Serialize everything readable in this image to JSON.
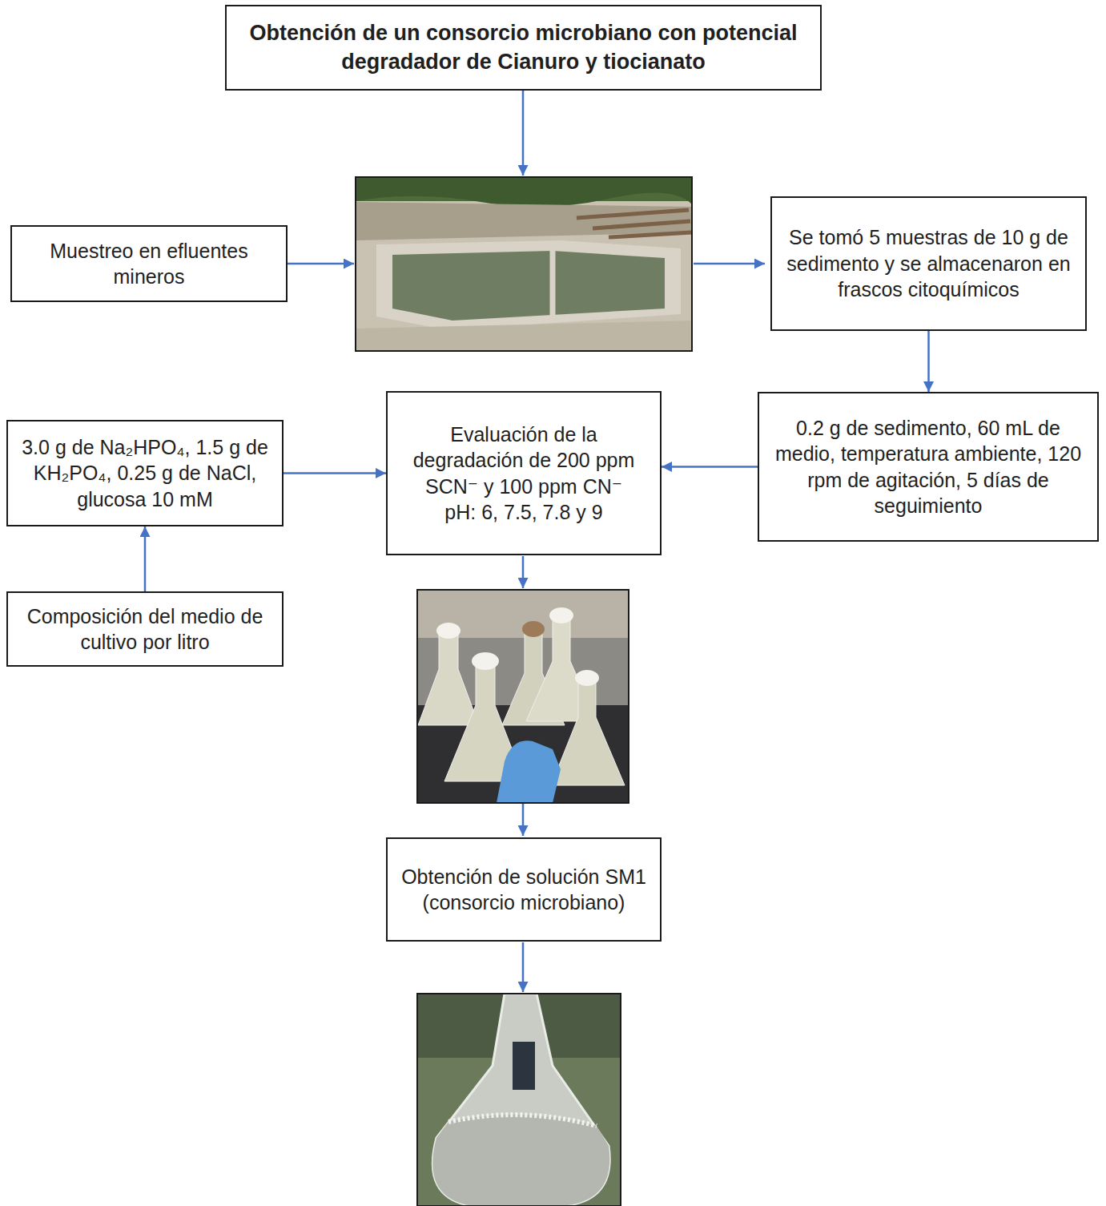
{
  "diagram": {
    "nodes": [
      {
        "text": [
          "Obtención de un consorcio microbiano con potencial degradador de Cianuro y tiocianato"
        ]
      },
      {
        "text": [
          "Muestreo en efluentes mineros"
        ]
      },
      {
        "text": [
          "Se tomó 5 muestras de 10 g de sedimento y se almacenaron en frascos citoquímicos"
        ]
      },
      {
        "text": [
          "3.0 g de Na₂HPO₄, 1.5 g de KH₂PO₄, 0.25 g de NaCl, glucosa 10 mM"
        ]
      },
      {
        "text": [
          "Evaluación de la degradación de 200 ppm SCN⁻ y 100 ppm CN⁻",
          "pH: 6, 7.5, 7.8 y 9"
        ]
      },
      {
        "text": [
          "0.2 g de sedimento, 60 mL de medio, temperatura ambiente, 120 rpm de agitación, 5 días de seguimiento"
        ]
      },
      {
        "text": [
          "Composición del medio de cultivo por litro"
        ]
      },
      {
        "text": [
          "Obtención de solución SM1 (consorcio microbiano)"
        ]
      }
    ],
    "edges": [
      {
        "from": 2,
        "to": 5,
        "arrow": "to"
      },
      {
        "from": 5,
        "to": 4,
        "arrow": "to"
      },
      {
        "from": 3,
        "to": 4,
        "arrow": "to"
      },
      {
        "from": 6,
        "to": 3,
        "arrow": "to"
      }
    ]
  }
}
